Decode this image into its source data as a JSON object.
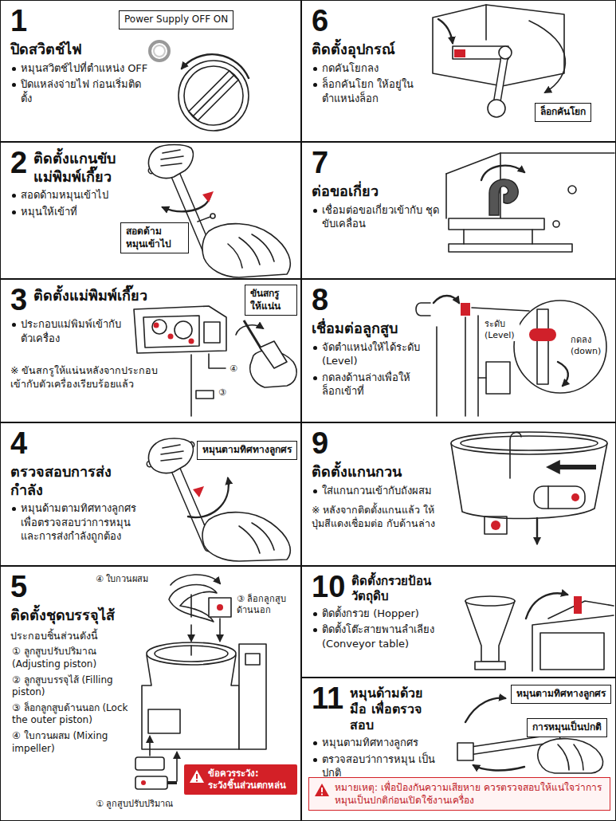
{
  "diagram": {
    "nodes": [
      {
        "text": [
          "1",
          "ปิดสวิตช์ไฟ",
          "หมุนสวิตช์ไปที่ตำแหน่ง OFF",
          "ปิดแหล่งจ่ายไฟ ก่อนเริ่มติดตั้ง"
        ]
      },
      {
        "text": [
          "Power Supply OFF ON"
        ],
        "in": 0
      },
      {
        "text": [
          "2",
          "ติดตั้งแกนขับ แม่พิมพ์เกี๊ยว",
          "สอดด้ามหมุนเข้าไป",
          "หมุนให้เข้าที่"
        ]
      },
      {
        "text": [
          "สอดด้าม หมุนเข้าไป"
        ],
        "in": 2
      },
      {
        "text": [
          "3",
          "ติดตั้งแม่พิมพ์เกี๊ยว",
          "ประกอบแม่พิมพ์เข้ากับ ตัวเครื่อง",
          "※ ขันสกรูให้แน่นหลังจากประกอบ เข้ากับตัวเครื่องเรียบร้อยแล้ว"
        ]
      },
      {
        "text": [
          "ขันสกรู ให้แน่น"
        ],
        "in": 4
      },
      {
        "text": [
          "4",
          "ตรวจสอบการส่งกำลัง",
          "หมุนด้ามตามทิศทางลูกศร เพื่อตรวจสอบว่าการหมุน และการส่งกำลังถูกต้อง"
        ]
      },
      {
        "text": [
          "หมุนตามทิศทางลูกศร"
        ],
        "in": 6
      },
      {
        "text": [
          "5",
          "ติดตั้งชุดบรรจุไส้",
          "ประกอบชิ้นส่วนดังนี้",
          "① ลูกสูบปรับปริมาณ (Adjusting piston)",
          "② ลูกสูบบรรจุไส้ (Filling piston)",
          "③ ล็อกลูกสูบด้านนอก (Lock the outer piston)",
          "④ ใบกวนผสม (Mixing impeller)"
        ]
      },
      {
        "text": [
          "ข้อควรระวัง:",
          "ระวังชิ้นส่วนตกหล่น"
        ],
        "in": 8
      },
      {
        "text": [
          "6",
          "ติดตั้งอุปกรณ์",
          "กดคันโยกลง",
          "ล็อกคันโยก ให้อยู่ในตำแหน่งล็อก"
        ]
      },
      {
        "text": [
          "ล็อกคันโยก"
        ],
        "in": 10
      },
      {
        "text": [
          "7",
          "ต่อขอเกี่ยว",
          "เชื่อมต่อขอเกี่ยวเข้ากับ ชุดขับเคลื่อน"
        ]
      },
      {
        "text": [
          "8",
          "เชื่อมต่อลูกสูบ",
          "จัดตำแหน่งให้ได้ระดับ (Level)",
          "กดลงด้านล่างเพื่อให้ ล็อกเข้าที่"
        ]
      },
      {
        "text": [
          "9",
          "ติดตั้งแกนกวน",
          "ใส่แกนกวนเข้ากับถังผสม",
          "※ หลังจากติดตั้งแกนแล้ว ให้ปุ่มสีแดงเชื่อมต่อ กับด้านล่าง"
        ]
      },
      {
        "text": [
          "10",
          "ติดตั้งกรวยป้อนวัตถุดิบ",
          "ติดตั้งกรวย (Hopper)",
          "ติดตั้งโต๊ะสายพานลำเลียง (Conveyor table)"
        ]
      },
      {
        "text": [
          "11",
          "หมุนด้ามด้วยมือ เพื่อตรวจสอบ",
          "หมุนตามทิศทางลูกศร",
          "ตรวจสอบว่าการหมุน เป็นปกติ"
        ]
      },
      {
        "text": [
          "หมุนตามทิศทางลูกศร"
        ],
        "in": 16
      },
      {
        "text": [
          "การหมุนเป็นปกติ"
        ],
        "in": 16
      },
      {
        "text": [
          "หมายเหตุ: เพื่อป้องกันความเสียหาย ควรตรวจสอบให้แน่ใจว่าการหมุนเป็นปกติก่อนเปิดใช้งานเครื่อง"
        ],
        "in": 16
      }
    ],
    "labels": [
      "④",
      "③",
      "④ ใบกวนผสม",
      "③ ล็อกลูกสูบ ด้านนอก",
      "① ลูกสูบปรับปริมาณ",
      "ระดับ (Level)",
      "กดลง (down)"
    ]
  }
}
